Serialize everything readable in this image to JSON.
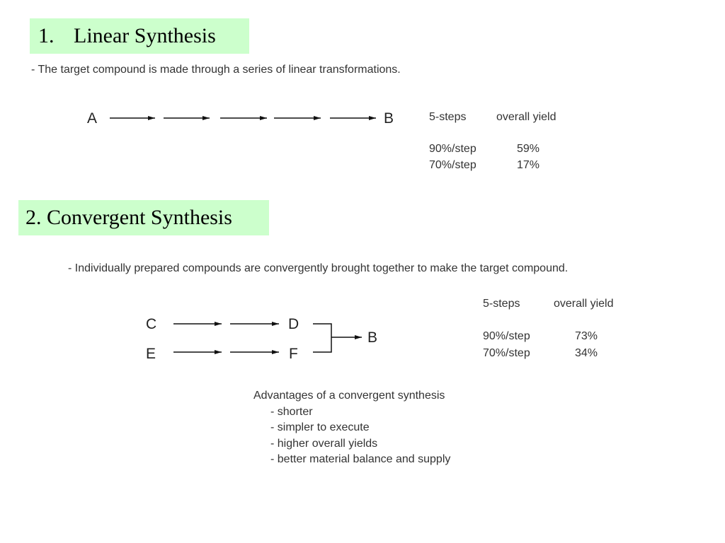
{
  "linear": {
    "heading_number": "1.",
    "heading_text": "Linear Synthesis",
    "description": "- The target compound is made through a series of linear transformations.",
    "start": "A",
    "end": "B",
    "table": {
      "steps_label": "5-steps",
      "yield_label": "overall yield",
      "rows": [
        {
          "rate": "90%/step",
          "yield": "59%"
        },
        {
          "rate": "70%/step",
          "yield": "17%"
        }
      ]
    }
  },
  "convergent": {
    "heading": "2. Convergent Synthesis",
    "description": "- Individually prepared compounds are convergently brought together to make the target compound.",
    "branch_top_start": "C",
    "branch_top_end": "D",
    "branch_bottom_start": "E",
    "branch_bottom_end": "F",
    "product": "B",
    "table": {
      "steps_label": "5-steps",
      "yield_label": "overall yield",
      "rows": [
        {
          "rate": "90%/step",
          "yield": "73%"
        },
        {
          "rate": "70%/step",
          "yield": "34%"
        }
      ]
    }
  },
  "advantages": {
    "title": "Advantages of a convergent synthesis",
    "items": [
      "- shorter",
      "- simpler to execute",
      "- higher overall yields",
      "- better material balance and supply"
    ]
  },
  "colors": {
    "heading_background": "#ccffcc",
    "arrow": "#111111"
  }
}
